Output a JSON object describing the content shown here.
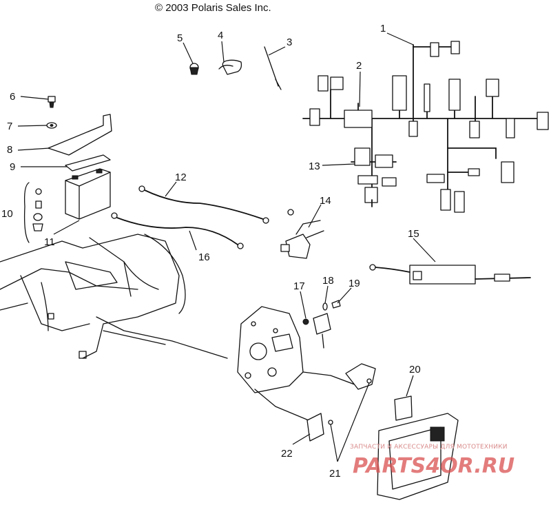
{
  "copyright": "© 2003 Polaris Sales Inc.",
  "callouts": [
    {
      "id": "c1",
      "label": "1"
    },
    {
      "id": "c2",
      "label": "2"
    },
    {
      "id": "c3",
      "label": "3"
    },
    {
      "id": "c4",
      "label": "4"
    },
    {
      "id": "c5",
      "label": "5"
    },
    {
      "id": "c6",
      "label": "6"
    },
    {
      "id": "c7",
      "label": "7"
    },
    {
      "id": "c8",
      "label": "8"
    },
    {
      "id": "c9",
      "label": "9"
    },
    {
      "id": "c10",
      "label": "10"
    },
    {
      "id": "c11",
      "label": "11"
    },
    {
      "id": "c12",
      "label": "12"
    },
    {
      "id": "c13",
      "label": "13"
    },
    {
      "id": "c14",
      "label": "14"
    },
    {
      "id": "c15",
      "label": "15"
    },
    {
      "id": "c16",
      "label": "16"
    },
    {
      "id": "c17",
      "label": "17"
    },
    {
      "id": "c18",
      "label": "18"
    },
    {
      "id": "c19",
      "label": "19"
    },
    {
      "id": "c20",
      "label": "20"
    },
    {
      "id": "c21",
      "label": "21"
    },
    {
      "id": "c22",
      "label": "22"
    }
  ],
  "watermark": {
    "tagline": "ЗАПЧАСТИ И АКСЕССУАРЫ ДЛЯ МОТОТЕХНИКИ",
    "brand": "PARTS4OR.RU",
    "color": "#d95050"
  }
}
